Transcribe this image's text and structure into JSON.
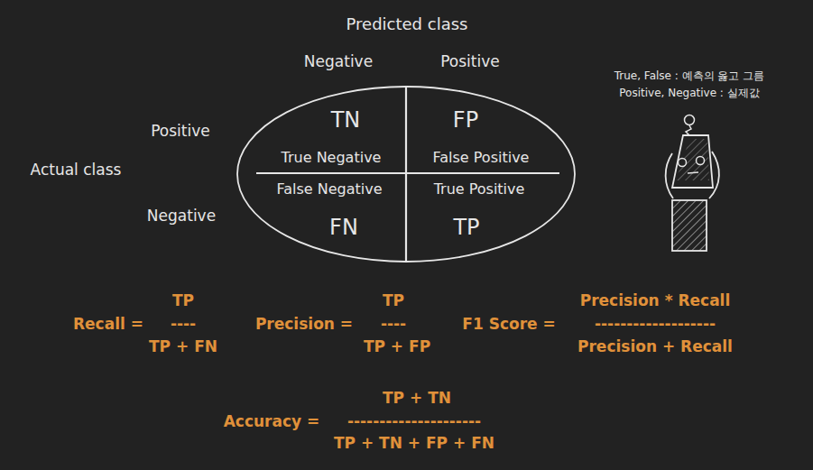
{
  "diagram": {
    "nodes": [
      {
        "text": [
          "TN",
          "FP",
          "True Negative",
          "False Positive",
          "False Negative",
          "True Positive",
          "FN",
          "TP"
        ]
      }
    ],
    "labels": [
      "Predicted class",
      "Negative",
      "Positive",
      "Positive",
      "Actual class",
      "Negative",
      "True, False : 예측의 옳고 그름",
      "Positive, Negative : 실제값",
      "Recall =",
      "TP",
      "----",
      "TP + FN",
      "Precision =",
      "TP",
      "----",
      "TP + FP",
      "F1 Score =",
      "Precision * Recall",
      "-------------------",
      "Precision + Recall",
      "Accuracy =",
      "TP + TN",
      "---------------------",
      "TP + TN + FP + FN"
    ]
  }
}
